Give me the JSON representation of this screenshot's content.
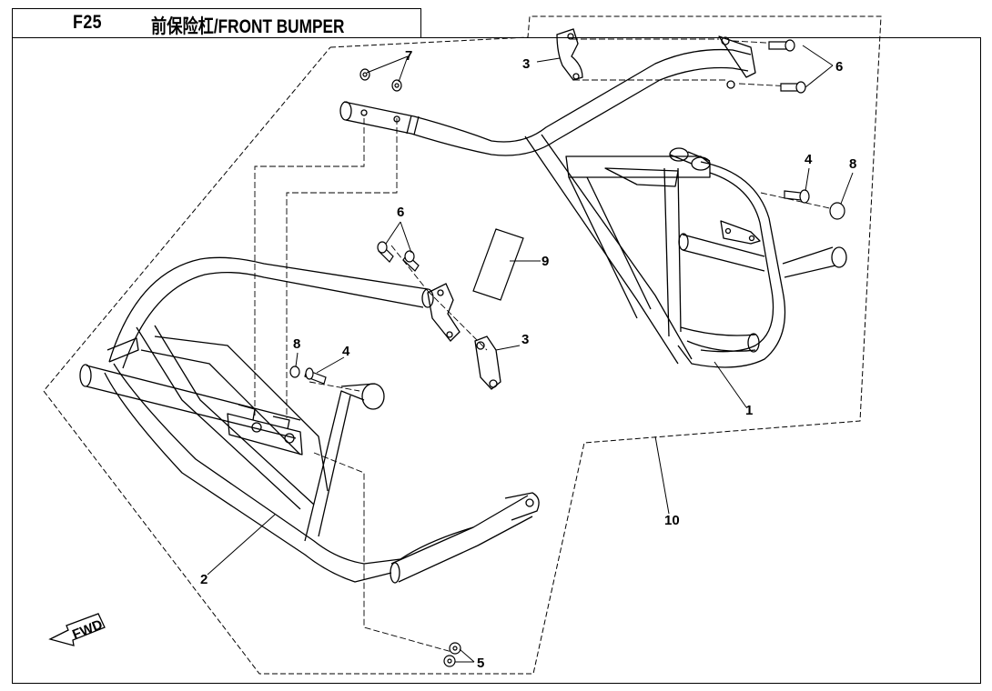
{
  "header": {
    "code": "F25",
    "title": "前保险杠/FRONT BUMPER"
  },
  "fwd_label": "FWD",
  "callouts": [
    "1",
    "2",
    "3",
    "3",
    "4",
    "4",
    "5",
    "6",
    "6",
    "7",
    "8",
    "8",
    "9",
    "10"
  ]
}
